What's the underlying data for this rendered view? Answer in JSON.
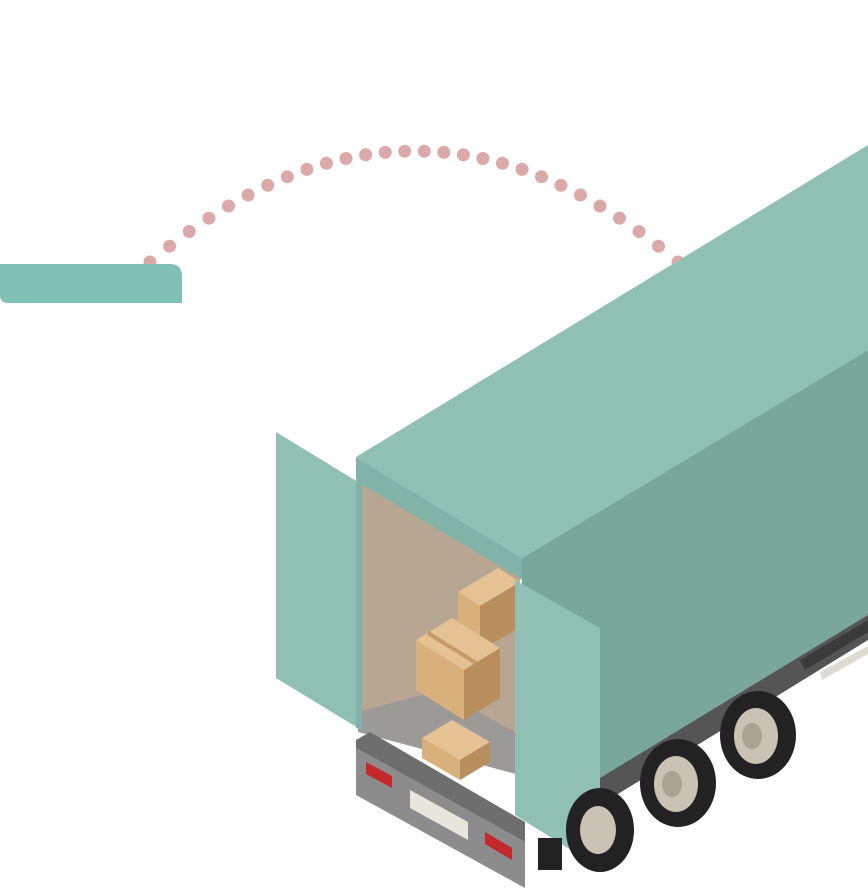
{
  "colors": {
    "background": "#ffffff",
    "teal_light": "#90bfb3",
    "teal_mid": "#82b3a8",
    "teal_dark": "#7aa79b",
    "teal_bar": "#81c0b4",
    "dot_pink": "#dba9a8",
    "cargo_interior": "#b7a692",
    "box_light": "#e5c293",
    "box_mid": "#d9b07b",
    "box_dark": "#b98e5d",
    "tire": "#222222",
    "wheel_hub": "#c8c3b3",
    "chassis": "#555555",
    "bumper": "#8c8c8c",
    "tail_light": "#c5282a",
    "plate": "#e8e6dc"
  },
  "icons": [
    "trajectory-dotted-arc",
    "teal-bar",
    "cargo-truck-trailer",
    "cardboard-box"
  ]
}
